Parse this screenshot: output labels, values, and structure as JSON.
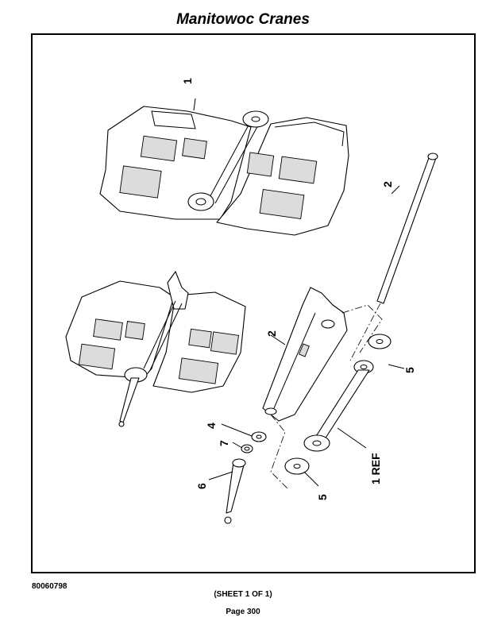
{
  "header": {
    "title": "Manitowoc Cranes"
  },
  "figure": {
    "callouts": {
      "c1": "1",
      "c2a": "2",
      "c2b": "2",
      "c4": "4",
      "c5a": "5",
      "c5b": "5",
      "c6": "6",
      "c7": "7",
      "c1ref": "1 REF"
    }
  },
  "footer": {
    "doc_number": "80060798",
    "sheet": "(SHEET 1 OF 1)",
    "page": "Page 300"
  }
}
